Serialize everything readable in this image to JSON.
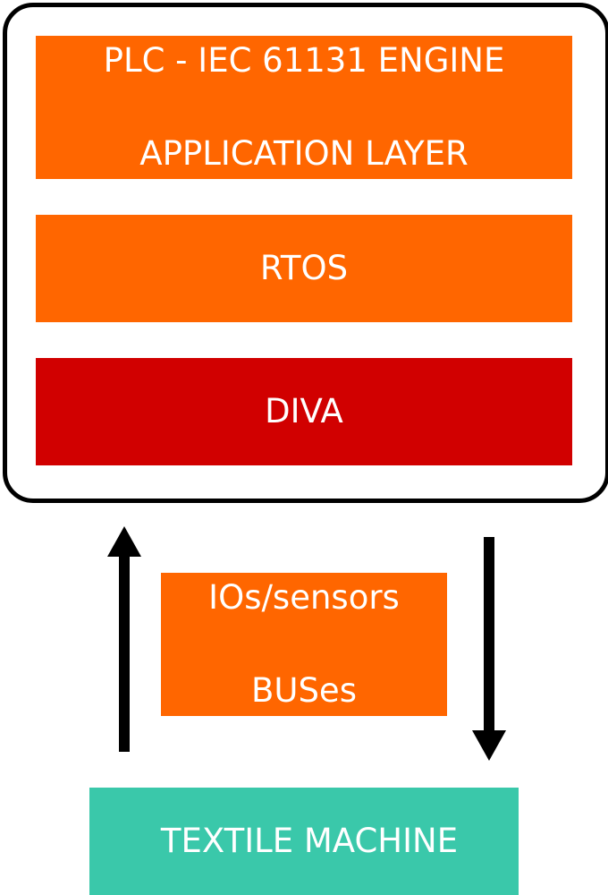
{
  "colors": {
    "orange": "#ff6600",
    "red": "#d10000",
    "teal": "#3ac8aa",
    "frame": "#000000"
  },
  "stack": {
    "plc_line1": "PLC - IEC 61131 ENGINE",
    "plc_line2": "APPLICATION LAYER",
    "rtos": "RTOS",
    "diva": "DIVA"
  },
  "middle": {
    "line1": "IOs/sensors",
    "line2": "BUSes"
  },
  "machine": {
    "label": "TEXTILE MACHINE"
  },
  "arrows": {
    "left": "up",
    "right": "down"
  }
}
